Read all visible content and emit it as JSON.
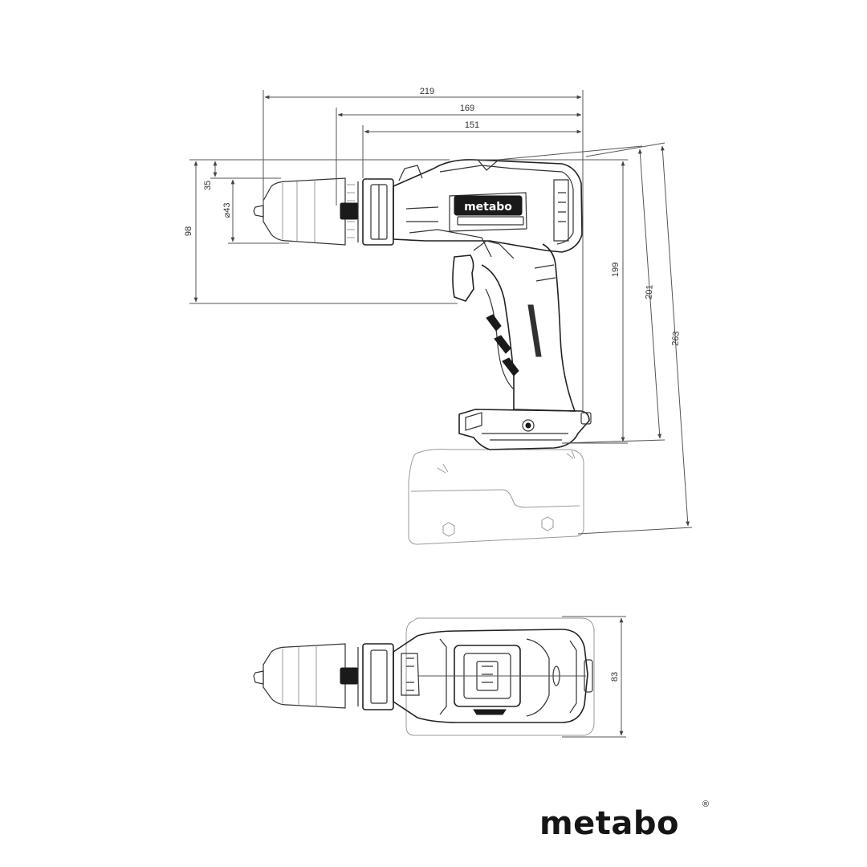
{
  "dimensions": {
    "overall_length": "219",
    "length_169": "169",
    "length_151": "151",
    "chuck_to_top": "35",
    "chuck_diameter": "⌀43",
    "head_height": "98",
    "height_199": "199",
    "height_201": "201",
    "height_263": "263",
    "width_top_view": "83"
  },
  "brand": {
    "logo_text": "metabo",
    "body_logo_text": "metabo",
    "registered_mark": "®"
  },
  "colors": {
    "line": "#333333",
    "light_line": "#9a9a9a",
    "ink": "#1a1a1a",
    "background": "#ffffff"
  }
}
